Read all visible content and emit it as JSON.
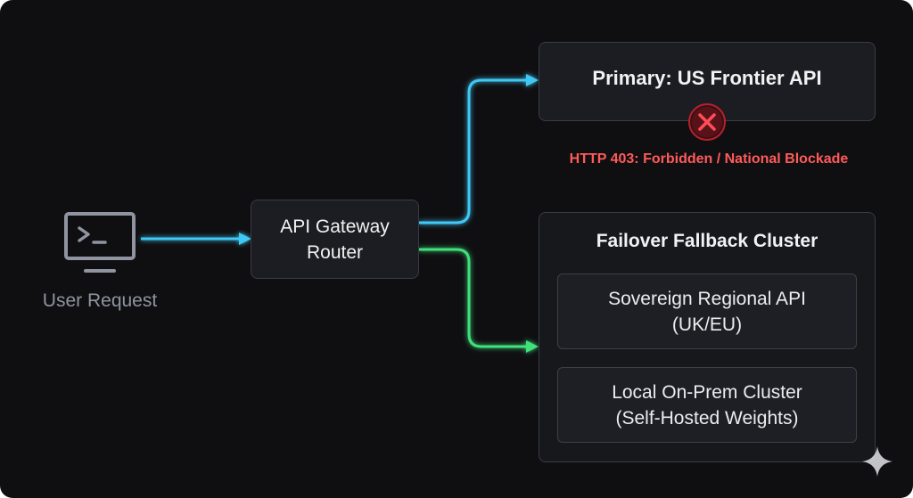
{
  "user": {
    "label": "User Request",
    "icon": "terminal-icon"
  },
  "gateway": {
    "label_line1": "API Gateway",
    "label_line2": "Router"
  },
  "primary": {
    "label": "Primary: US Frontier API",
    "status_icon": "x-circle-icon",
    "error_text": "HTTP 403: Forbidden / National Blockade"
  },
  "failover": {
    "title": "Failover Fallback Cluster",
    "nodes": [
      {
        "line1": "Sovereign Regional API",
        "line2": "(UK/EU)"
      },
      {
        "line1": "Local On-Prem Cluster",
        "line2": "(Self-Hosted Weights)"
      }
    ]
  },
  "colors": {
    "background": "#0f0f11",
    "box_fill": "#1c1d22",
    "box_border": "#3a3c44",
    "cyan_wire": "#3fc8f5",
    "green_wire": "#3fe07a",
    "error_red": "#ff5a5a"
  },
  "decor": {
    "corner_icon": "sparkle-icon"
  }
}
